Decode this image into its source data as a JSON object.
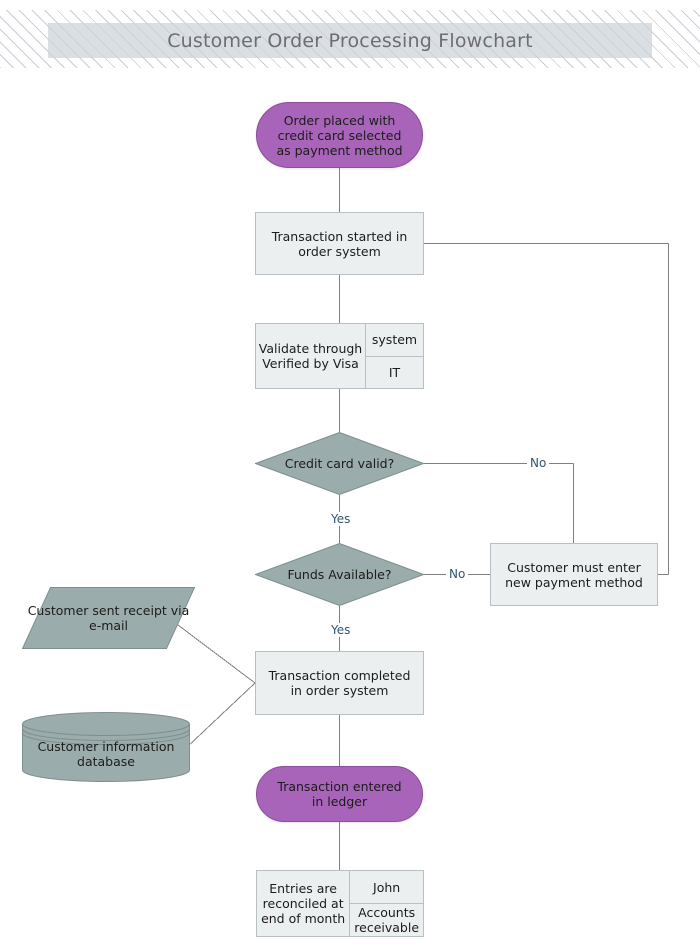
{
  "header": {
    "title": "Customer Order Processing Flowchart"
  },
  "colors": {
    "terminator_fill": "#a864b8",
    "terminator_stroke": "#8d4c9c",
    "process_fill": "#eceff0",
    "process_stroke": "#b9c0c4",
    "decision_fill": "#9bacac",
    "decision_stroke": "#7d8f8f",
    "data_fill": "#9bacac",
    "database_fill": "#9bacac",
    "connector_stroke": "#808080",
    "edge_label_text": "#2f5574",
    "title_text": "#6e6e72",
    "title_bar_fill": "#ccd3d9",
    "hatch_line": "#c9ced6"
  },
  "nodes": {
    "order_placed": {
      "label": "Order placed with credit card selected as payment method",
      "shape": "terminator"
    },
    "transaction_started": {
      "label": "Transaction started in order system",
      "shape": "process"
    },
    "validate_visa": {
      "label": "Validate through Verified by Visa",
      "shape": "split-process",
      "side_top": "system",
      "side_bottom": "IT"
    },
    "credit_card_valid": {
      "label": "Credit card valid?",
      "shape": "decision"
    },
    "funds_available": {
      "label": "Funds Available?",
      "shape": "decision"
    },
    "new_payment_method": {
      "label": "Customer must enter new payment method",
      "shape": "process"
    },
    "customer_receipt": {
      "label": "Customer sent receipt via e-mail",
      "shape": "data-parallelogram"
    },
    "customer_database": {
      "label": "Customer information database",
      "shape": "database-cylinder"
    },
    "transaction_completed": {
      "label": "Transaction completed in order system",
      "shape": "process"
    },
    "transaction_ledger": {
      "label": "Transaction entered in ledger",
      "shape": "terminator"
    },
    "entries_reconciled": {
      "label": "Entries are reconciled at end of month",
      "shape": "split-process",
      "side_top": "John",
      "side_bottom": "Accounts receivable"
    }
  },
  "edge_labels": {
    "credit_card_no": "No",
    "credit_card_yes": "Yes",
    "funds_no": "No",
    "funds_yes": "Yes"
  }
}
